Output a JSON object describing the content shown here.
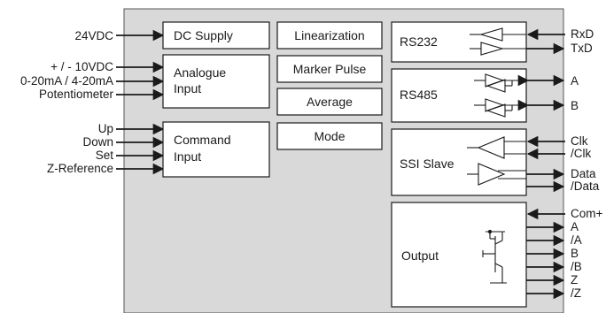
{
  "left_inputs": {
    "supply": "24VDC",
    "analogue": [
      "+ / - 10VDC",
      "0-20mA / 4-20mA",
      "Potentiometer"
    ],
    "command": [
      "Up",
      "Down",
      "Set",
      "Z-Reference"
    ]
  },
  "blocks": {
    "dc_supply": "DC Supply",
    "analogue_input": [
      "Analogue",
      "Input"
    ],
    "command_input": [
      "Command",
      "Input"
    ],
    "linearization": "Linearization",
    "marker_pulse": "Marker Pulse",
    "average": "Average",
    "mode": "Mode",
    "rs232": "RS232",
    "rs485": "RS485",
    "ssi_slave": "SSI Slave",
    "output": "Output"
  },
  "right_signals": {
    "rs232": [
      "RxD",
      "TxD"
    ],
    "rs485": [
      "A",
      "B"
    ],
    "ssi": [
      "Clk",
      "/Clk",
      "Data",
      "/Data"
    ],
    "output": [
      "Com+",
      "A",
      "/A",
      "B",
      "/B",
      "Z",
      "/Z"
    ]
  },
  "colors": {
    "panel": "#d9d9d9",
    "box": "#ffffff",
    "stroke": "#1a1a1a"
  }
}
